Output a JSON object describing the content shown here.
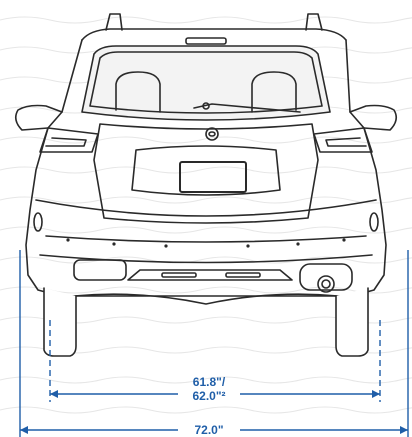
{
  "dimensions": {
    "track_front": "61.8\"/",
    "track_rear": "62.0\"²",
    "overall_width": "72.0\""
  },
  "colors": {
    "line": "#2a2a2a",
    "dimension": "#1f5ea8",
    "wave": "#e6e6e6",
    "glass": "#f3f3f3"
  }
}
